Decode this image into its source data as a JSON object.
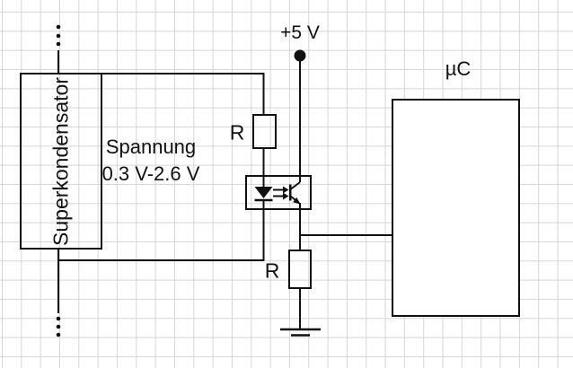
{
  "diagram": {
    "labels": {
      "supercapacitor": "Superkondensator",
      "voltage_line1": "Spannung",
      "voltage_line2": "0.3 V-2.6 V",
      "supply": "+5 V",
      "resistor_top": "R",
      "resistor_bottom": "R",
      "microcontroller": "µC"
    },
    "colors": {
      "line": "#111111",
      "grid": "#d6d6d6",
      "background": "#ffffff"
    }
  }
}
